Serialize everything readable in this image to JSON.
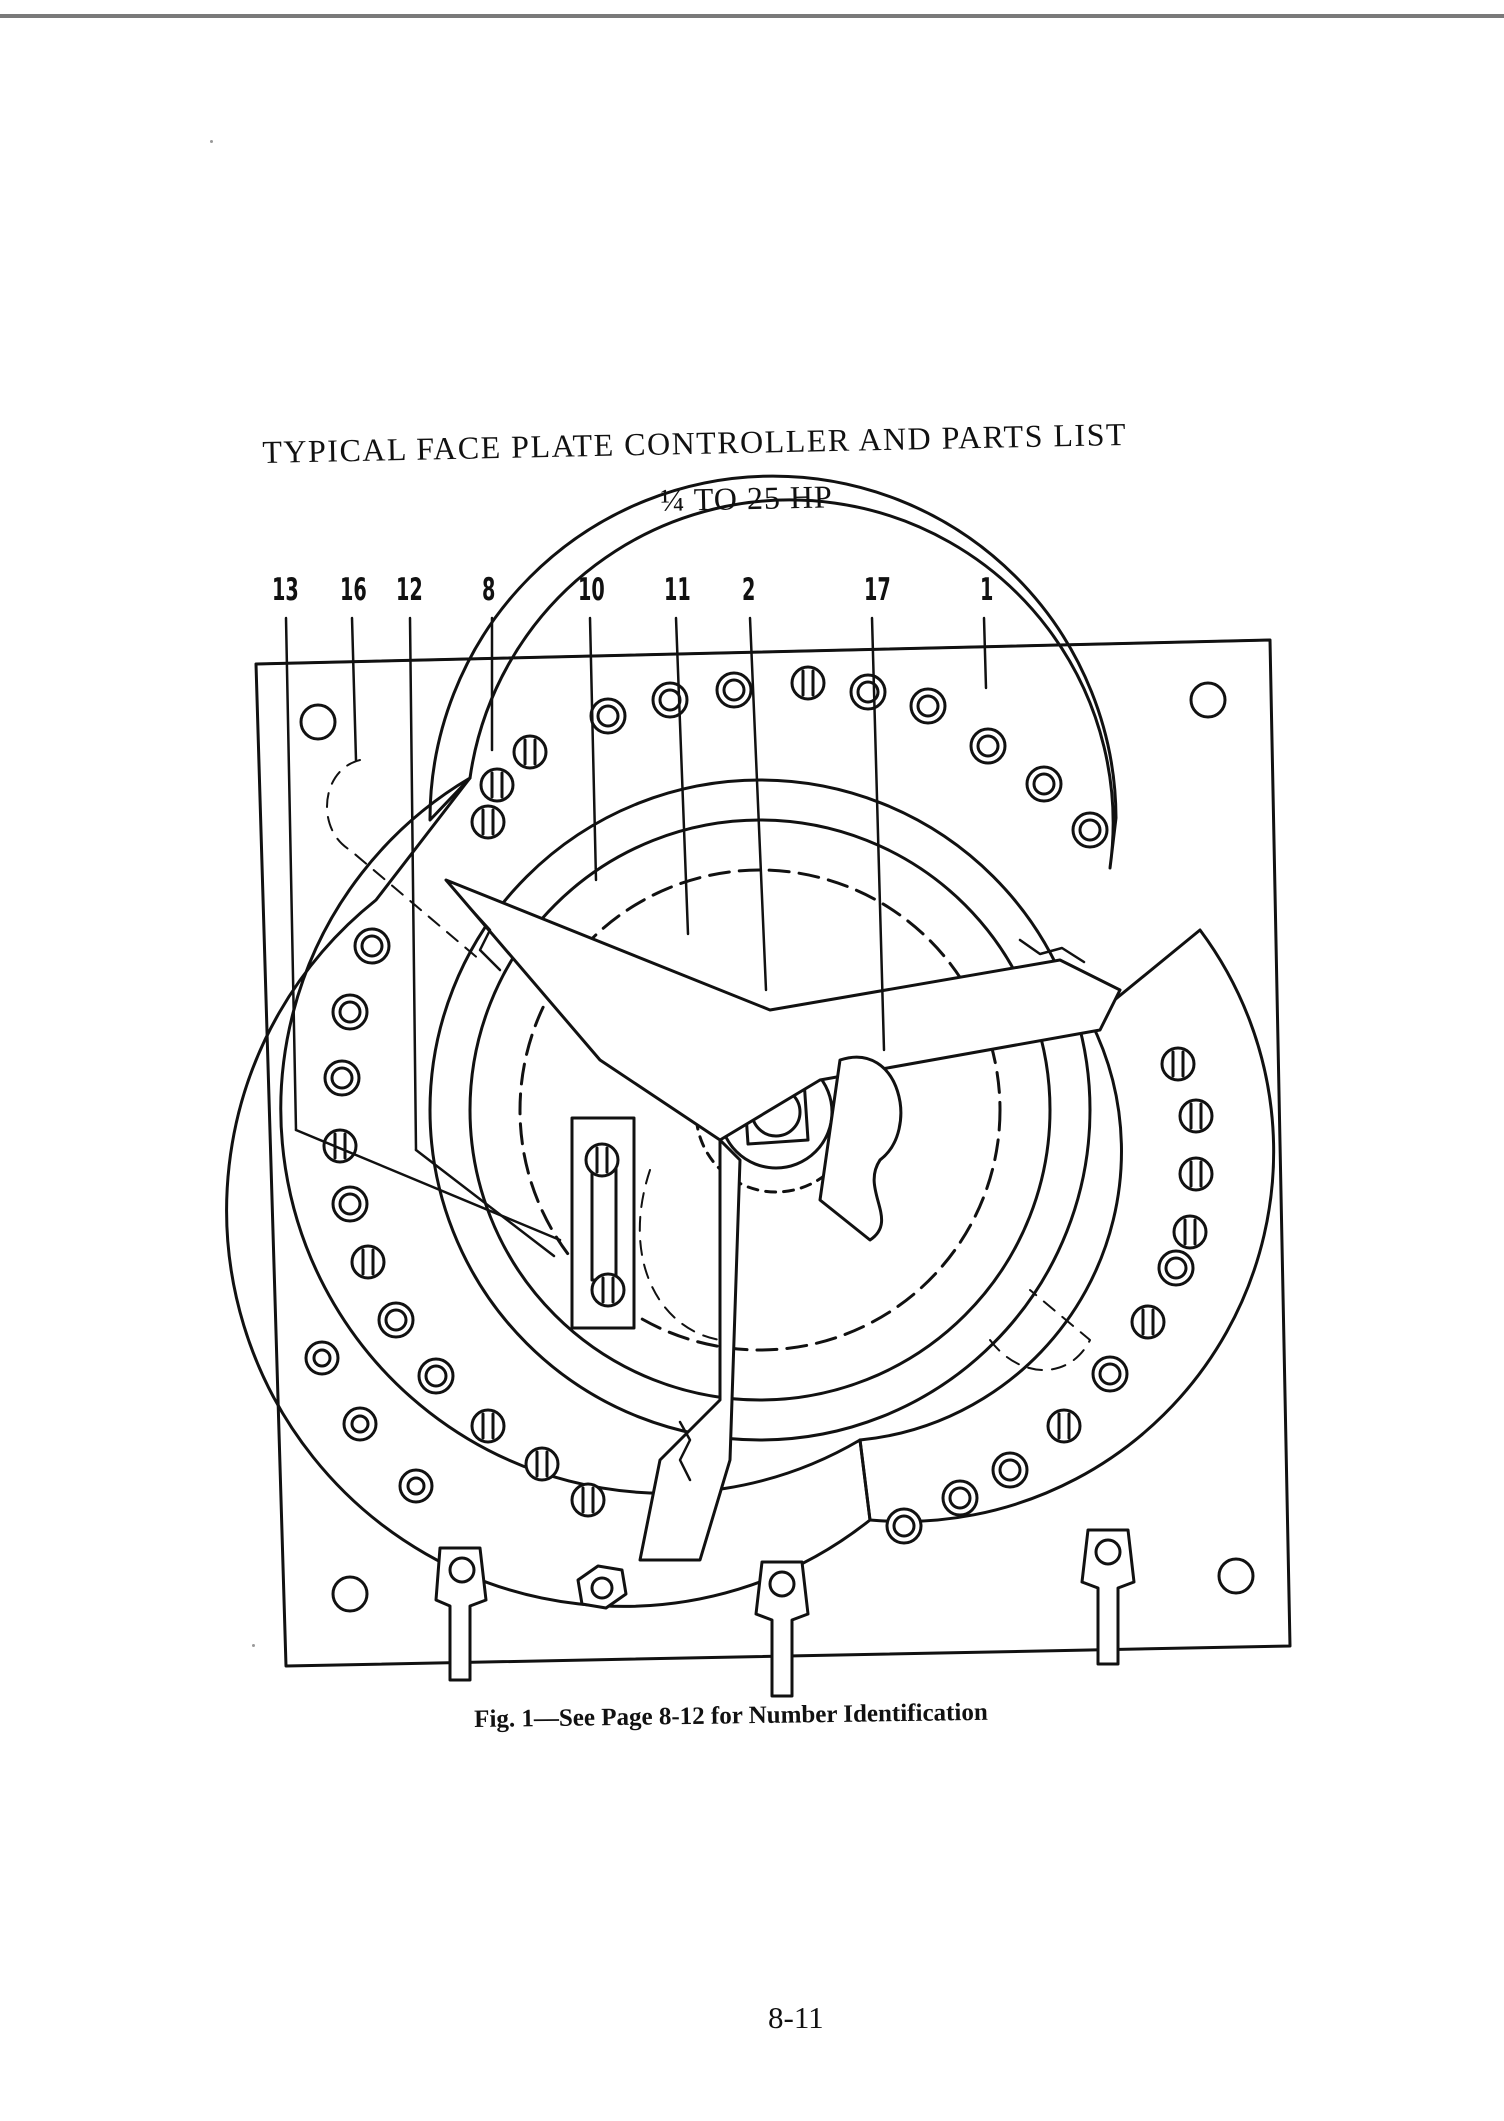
{
  "page": {
    "title": "TYPICAL FACE PLATE CONTROLLER AND PARTS LIST",
    "subtitle": "¼ TO 25 HP",
    "figure_caption": "Fig. 1—See Page 8-12 for Number Identification",
    "page_number": "8-11"
  },
  "figure": {
    "callouts": [
      "13",
      "16",
      "12",
      "8",
      "10",
      "11",
      "2",
      "17",
      "1"
    ]
  }
}
